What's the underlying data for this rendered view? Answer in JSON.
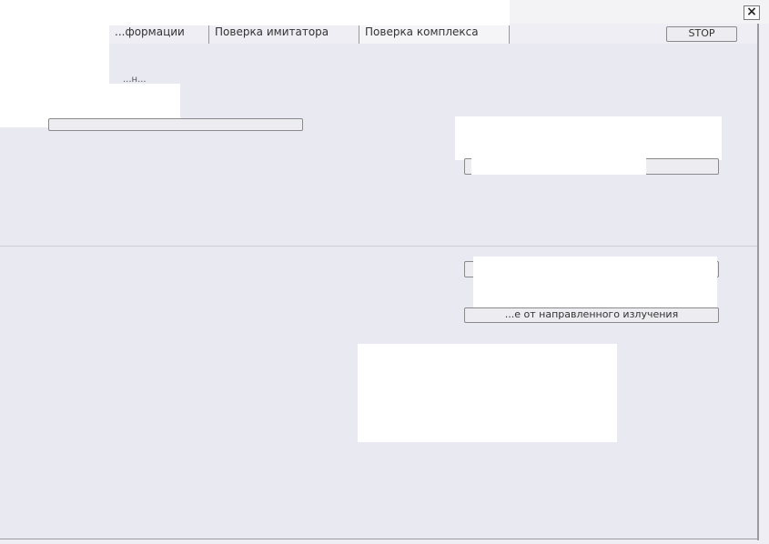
{
  "toolbar": {
    "close_symbol": "×",
    "stop_label": "STOP"
  },
  "tabs": [
    {
      "label": "...формации"
    },
    {
      "label": "Поверка имитатора"
    },
    {
      "label": "Поверка комплекса"
    }
  ],
  "labels": {
    "small_label": "...н..."
  },
  "buttons": {
    "left_bar_label": "",
    "right_top_bar_label": "",
    "right_mid_bar_label": "",
    "bottom_bar_label": "...е от направленного излучения"
  }
}
